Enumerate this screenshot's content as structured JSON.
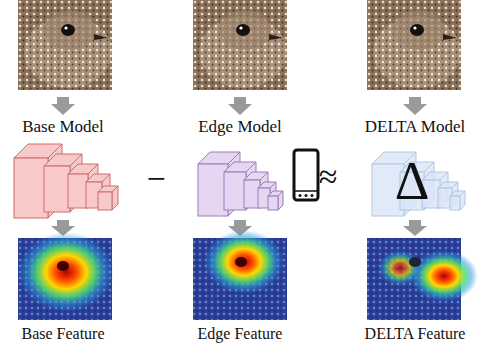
{
  "diagram": {
    "labels": [
      "Base Model",
      "Edge Model",
      "DELTA Model",
      "−",
      "≈",
      "Δ",
      "Base Feature",
      "Edge Feature",
      "DELTA Feature"
    ]
  }
}
